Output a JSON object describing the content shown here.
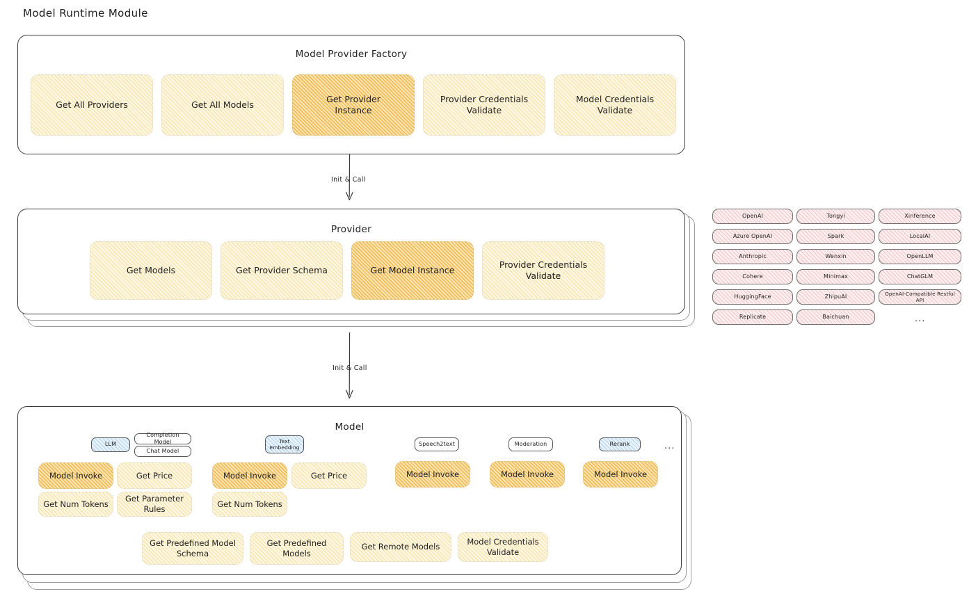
{
  "page": {
    "title": "Model Runtime Module"
  },
  "colors": {
    "highlight_amber": "#fbe3b0",
    "node_yellow": "#fdf6e0",
    "provider_pink": "#fdeff0",
    "model_type_blue": "#e8f2fb",
    "stroke": "#1e1e1e"
  },
  "factory": {
    "title": "Model Provider Factory",
    "nodes": [
      {
        "label": "Get All Providers",
        "highlight": false
      },
      {
        "label": "Get All Models",
        "highlight": false
      },
      {
        "label": "Get Provider\nInstance",
        "highlight": true
      },
      {
        "label": "Provider Credentials\nValidate",
        "highlight": false
      },
      {
        "label": "Model Credentials\nValidate",
        "highlight": false
      }
    ]
  },
  "arrows": [
    {
      "label": "Init & Call"
    },
    {
      "label": "Init & Call"
    }
  ],
  "provider": {
    "title": "Provider",
    "nodes": [
      {
        "label": "Get Models",
        "highlight": false
      },
      {
        "label": "Get Provider Schema",
        "highlight": false
      },
      {
        "label": "Get Model Instance",
        "highlight": true
      },
      {
        "label": "Provider Credentials\nValidate",
        "highlight": false
      }
    ]
  },
  "provider_list": {
    "columns": [
      [
        "OpenAI",
        "Azure OpenAI",
        "Anthropic",
        "Cohere",
        "HuggingFace",
        "Replicate"
      ],
      [
        "Tongyi",
        "Spark",
        "Wenxin",
        "Minimax",
        "ZhipuAI",
        "Baichuan"
      ],
      [
        "Xinference",
        "LocalAI",
        "OpenLLM",
        "ChatGLM",
        "OpenAI-Compatible Restful API"
      ]
    ],
    "more": "..."
  },
  "model": {
    "title": "Model",
    "more": "...",
    "types": [
      {
        "name": "LLM",
        "style": "blue",
        "subtypes": [
          "Completion Model",
          "Chat Model"
        ],
        "methods": [
          {
            "label": "Model Invoke",
            "highlight": true
          },
          {
            "label": "Get Price",
            "highlight": false
          },
          {
            "label": "Get Num Tokens",
            "highlight": false
          },
          {
            "label": "Get Parameter\nRules",
            "highlight": false
          }
        ]
      },
      {
        "name": "Text\nEmbedding",
        "style": "blue",
        "subtypes": [],
        "methods": [
          {
            "label": "Model Invoke",
            "highlight": true
          },
          {
            "label": "Get Price",
            "highlight": false
          },
          {
            "label": "Get Num Tokens",
            "highlight": false
          }
        ]
      },
      {
        "name": "Speech2text",
        "style": "white",
        "subtypes": [],
        "methods": [
          {
            "label": "Model Invoke",
            "highlight": true
          }
        ]
      },
      {
        "name": "Moderation",
        "style": "white",
        "subtypes": [],
        "methods": [
          {
            "label": "Model Invoke",
            "highlight": true
          }
        ]
      },
      {
        "name": "Rerank",
        "style": "blue",
        "subtypes": [],
        "methods": [
          {
            "label": "Model Invoke",
            "highlight": true
          }
        ]
      }
    ],
    "shared_methods": [
      {
        "label": "Get Predefined Model\nSchema",
        "highlight": false
      },
      {
        "label": "Get Predefined\nModels",
        "highlight": false
      },
      {
        "label": "Get Remote Models",
        "highlight": false
      },
      {
        "label": "Model Credentials\nValidate",
        "highlight": false
      }
    ]
  }
}
